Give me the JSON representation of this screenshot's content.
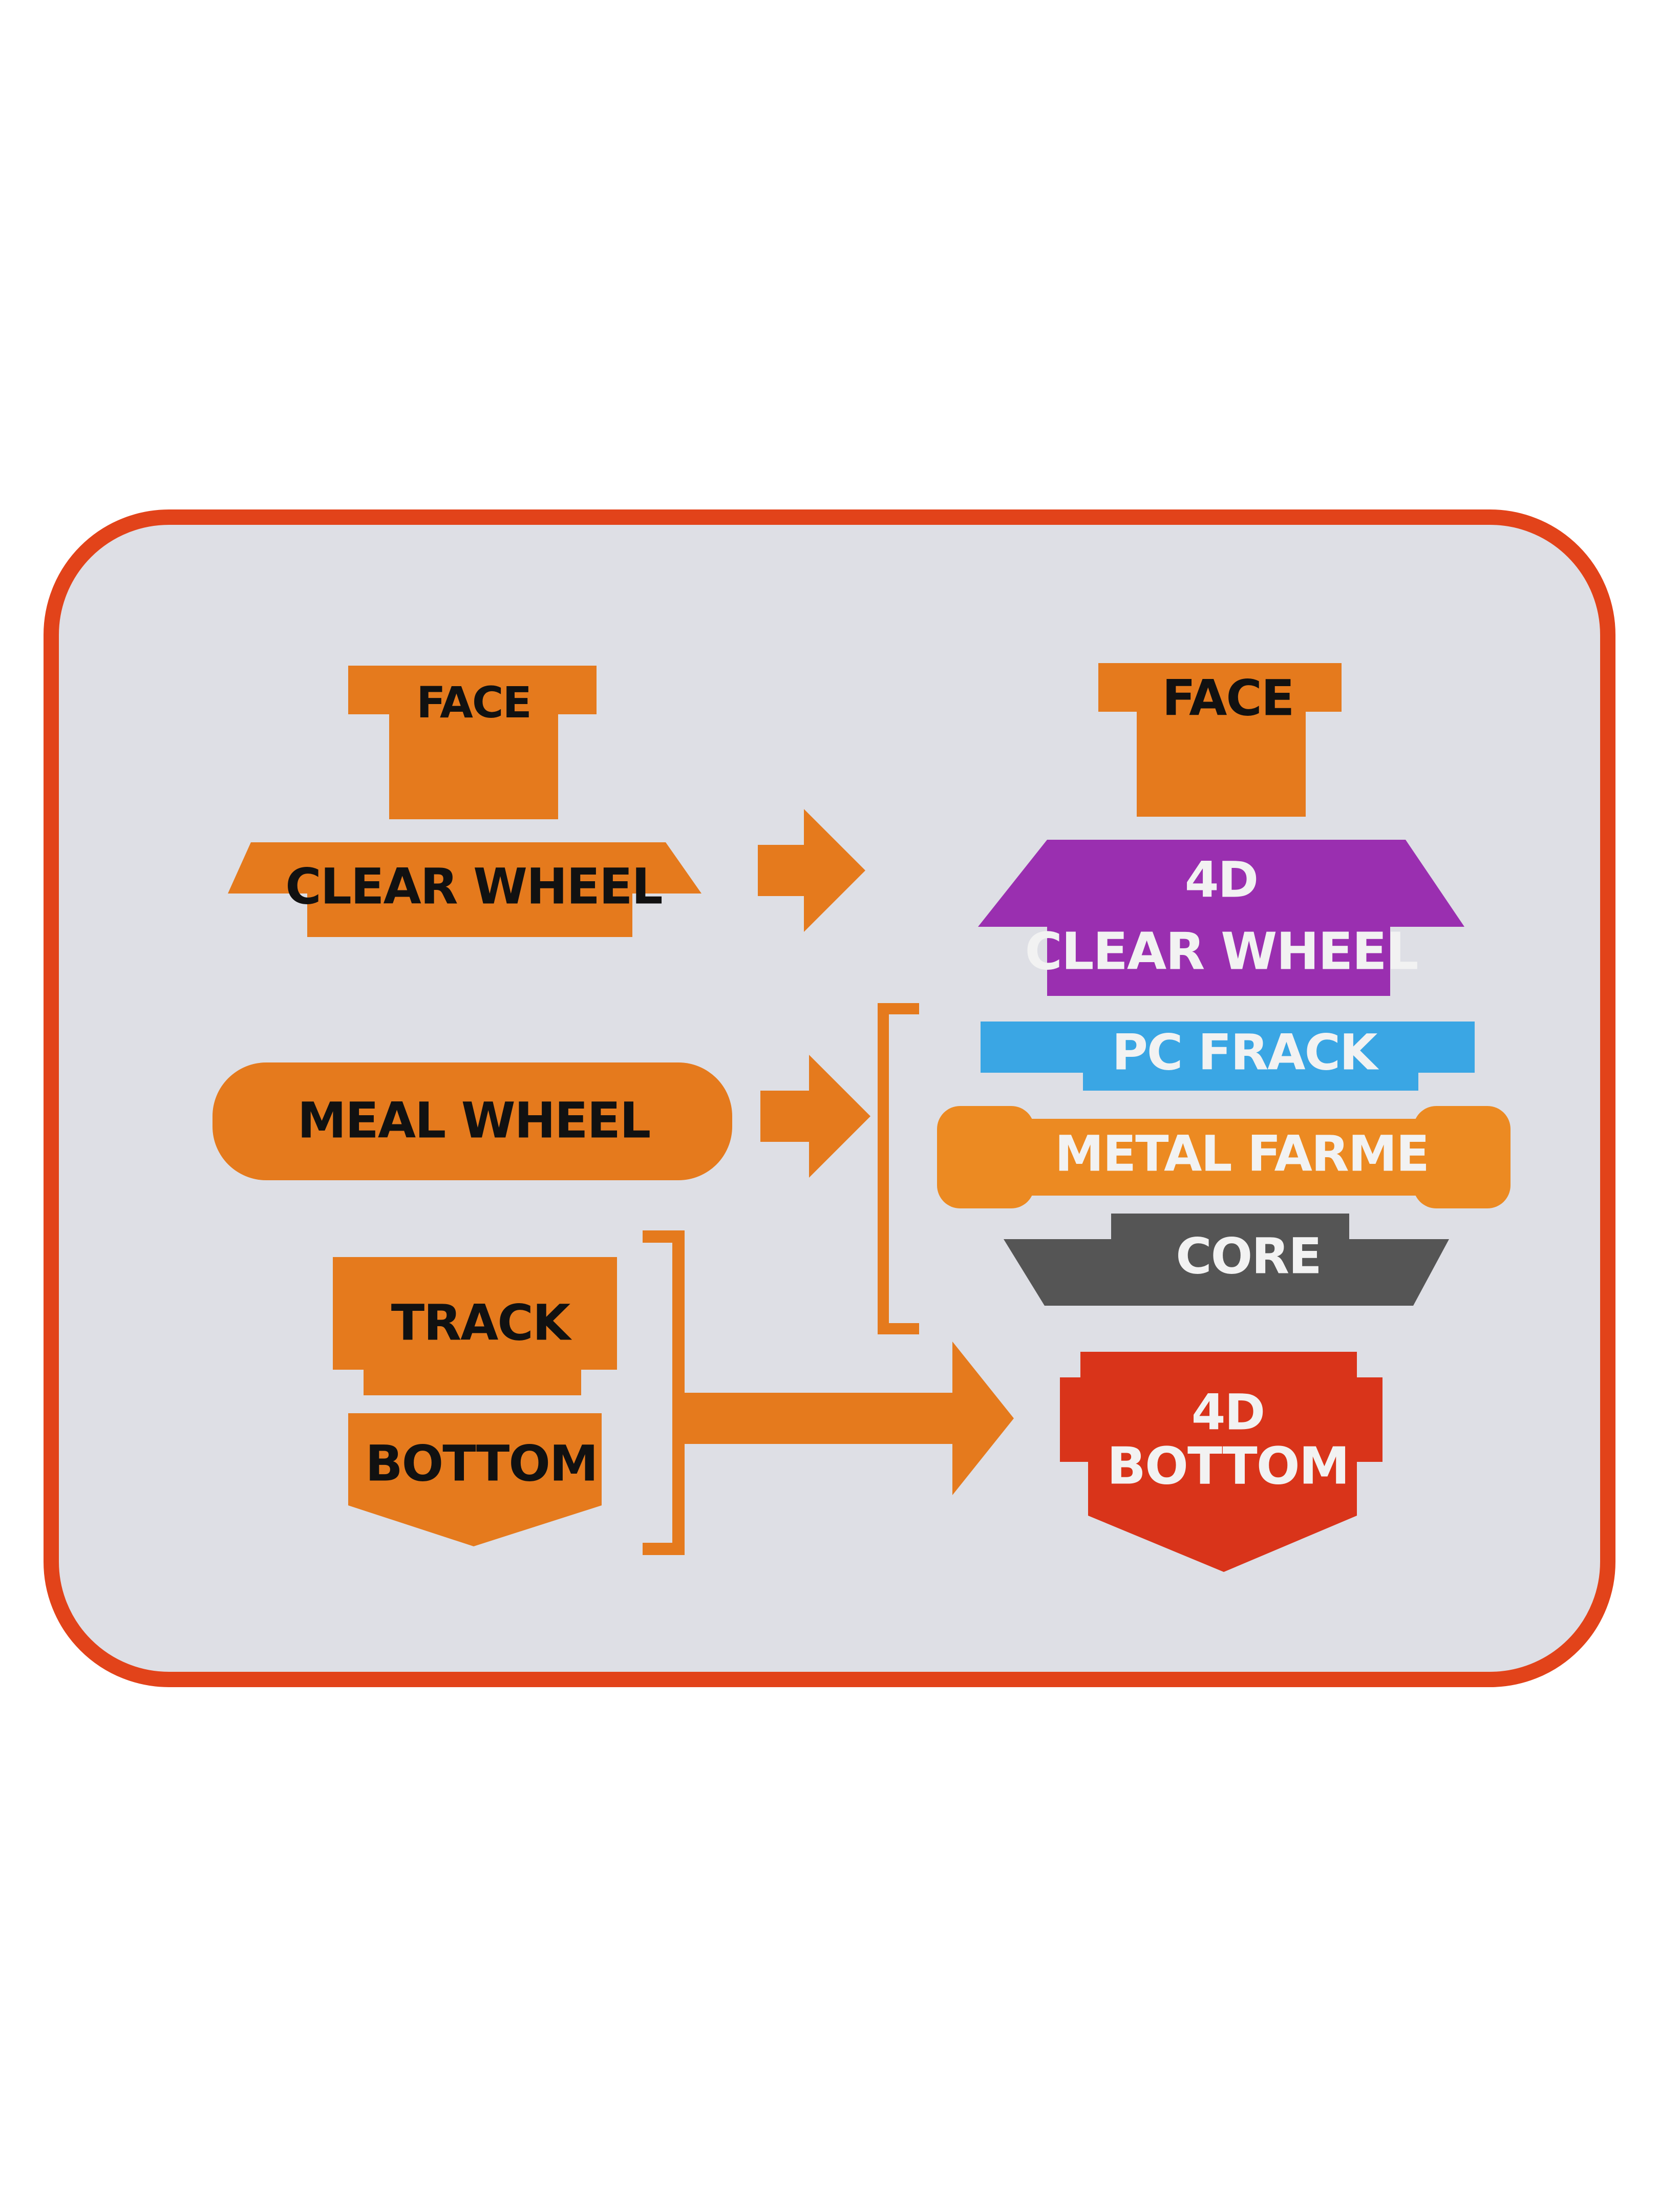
{
  "colors": {
    "card_border": "#e2431a",
    "card_fill": "#dedfe5",
    "orange": "#e57a1d",
    "purple": "#9a2fb0",
    "blue": "#3aa6e4",
    "metal_orange": "#ec8a22",
    "core_gray": "#555555",
    "red": "#d9341a",
    "text_dark": "#111111",
    "text_light": "#f2f2f2"
  },
  "left_parts": {
    "face": "FACE",
    "clear_wheel": "CLEAR WHEEL",
    "meal_wheel": "MEAL WHEEL",
    "track": "TRACK",
    "bottom": "BOTTOM"
  },
  "right_parts": {
    "face": "FACE",
    "clear_wheel_line1": "4D",
    "clear_wheel_line2": "CLEAR WHEEL",
    "pc_frack": "PC FRACK",
    "metal_farme": "METAL FARME",
    "core": "CORE",
    "bottom_line1": "4D",
    "bottom_line2": "BOTTOM"
  },
  "icons": {
    "arrow": "arrow-right-icon",
    "bracket": "bracket-icon"
  }
}
